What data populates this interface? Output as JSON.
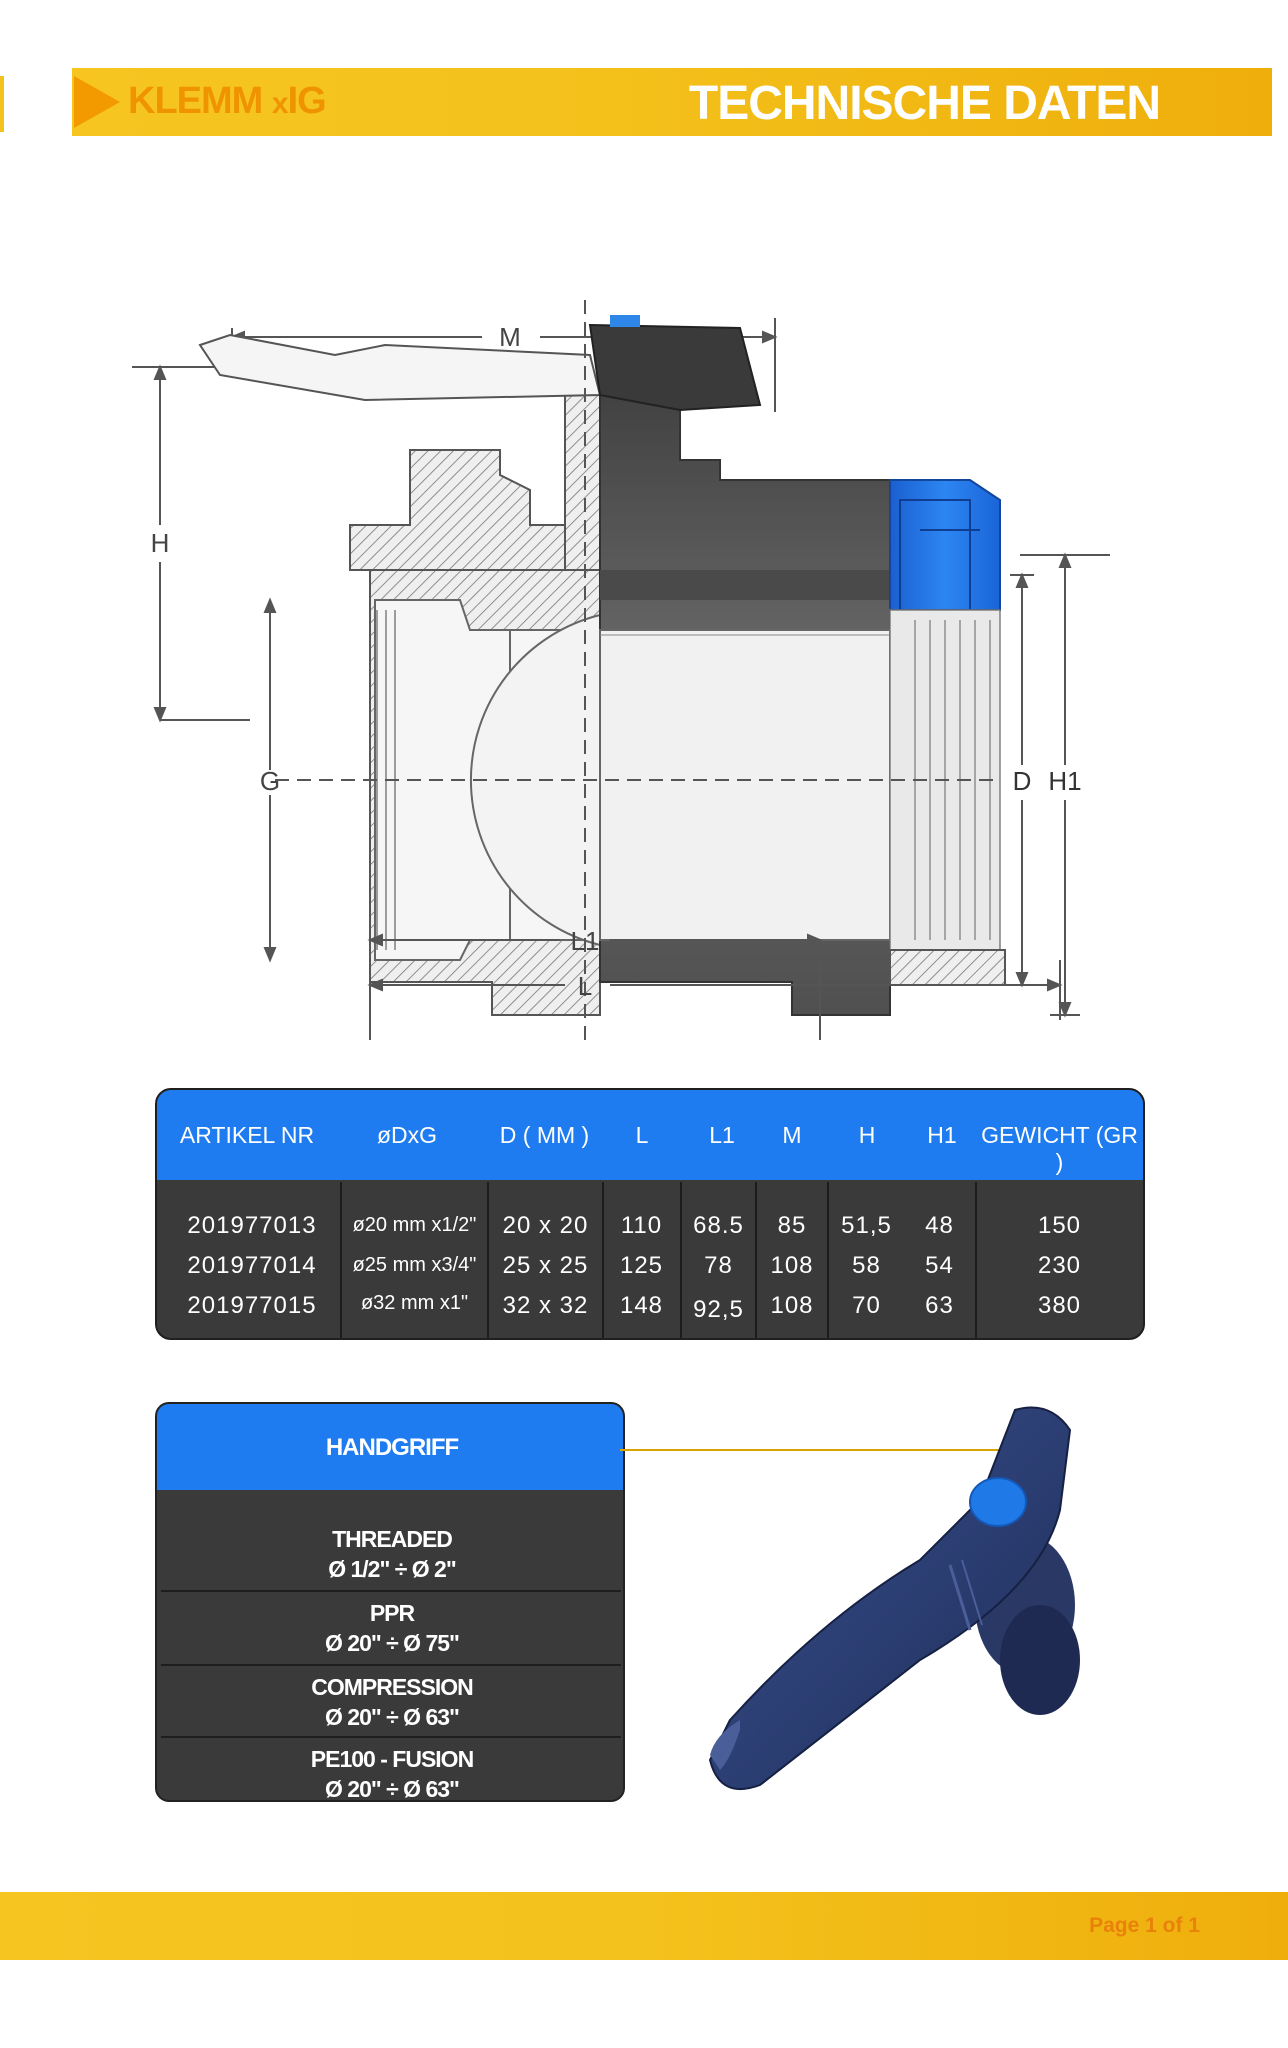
{
  "header": {
    "brand_main": "KLEMM",
    "brand_x": "x",
    "brand_suffix": "IG",
    "title": "TECHNISCHE DATEN"
  },
  "drawing": {
    "labels": {
      "M": "M",
      "H": "H",
      "G": "G",
      "D": "D",
      "H1": "H1",
      "L1": "L1",
      "L": "L"
    }
  },
  "spec_table": {
    "headers": [
      "ARTIKEL  NR",
      "øDxG",
      "D ( MM )",
      "L",
      "L1",
      "M",
      "H",
      "H1",
      "GEWICHT  (GR )"
    ],
    "rows": [
      [
        "201977013",
        "ø20  mm x1/2\"",
        "20  x  20",
        "110",
        "68.5",
        "85",
        "51,5",
        "48",
        "150"
      ],
      [
        "201977014",
        "ø25  mm x3/4\"",
        "25  x  25",
        "125",
        "78",
        "108",
        "58",
        "54",
        "230"
      ],
      [
        "201977015",
        "ø32  mm x1\"",
        "32  x  32",
        "148",
        "92,5",
        "108",
        "70",
        "63",
        "380"
      ]
    ]
  },
  "handle_table": {
    "title": "HANDGRIFF",
    "options": [
      {
        "name": "THREADED",
        "range": "Ø 1/2\"  ÷ Ø 2\""
      },
      {
        "name": "PPR",
        "range": "Ø 20\"  ÷ Ø  75\""
      },
      {
        "name": "COMPRESSION",
        "range": "Ø 20\"  ÷ Ø 63\""
      },
      {
        "name": "PE100 - FUSION",
        "range": "Ø 20\"  ÷ Ø 63\""
      }
    ]
  },
  "footer": {
    "page": "Page 1 of 1"
  },
  "colors": {
    "accent_yellow": "#f4c21c",
    "brand_orange": "#ef9400",
    "table_blue": "#1e7cf0",
    "table_dark": "#3a3a3a"
  }
}
